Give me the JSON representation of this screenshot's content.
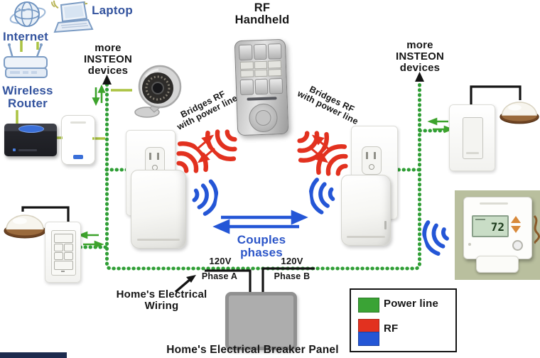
{
  "top_left": {
    "internet": "Internet",
    "laptop": "Laptop",
    "router": "Wireless\nRouter"
  },
  "branches": {
    "more_devices_left": "more\nINSTEON\ndevices",
    "more_devices_right": "more\nINSTEON\ndevices"
  },
  "handheld": {
    "label": "RF\nHandheld"
  },
  "bridges": {
    "left": "Bridges RF\nwith power line",
    "right": "Bridges RF\nwith power line"
  },
  "coupling": {
    "label": "Couples phases"
  },
  "power": {
    "phase_a_voltage": "120V",
    "phase_a_label": "Phase A",
    "phase_b_voltage": "120V",
    "phase_b_label": "Phase B"
  },
  "captions": {
    "wiring": "Home's Electrical\nWiring",
    "breaker_panel": "Home's Electrical Breaker Panel"
  },
  "legend": {
    "power_line": "Power line",
    "rf": "RF"
  },
  "thermostat": {
    "temperature": "72"
  },
  "colors": {
    "power_line_green": "#2f9e35",
    "connector_green": "#abc342",
    "rf_red": "#e2311f",
    "rf_blue": "#2456d6",
    "label_blue": "#33539e"
  }
}
